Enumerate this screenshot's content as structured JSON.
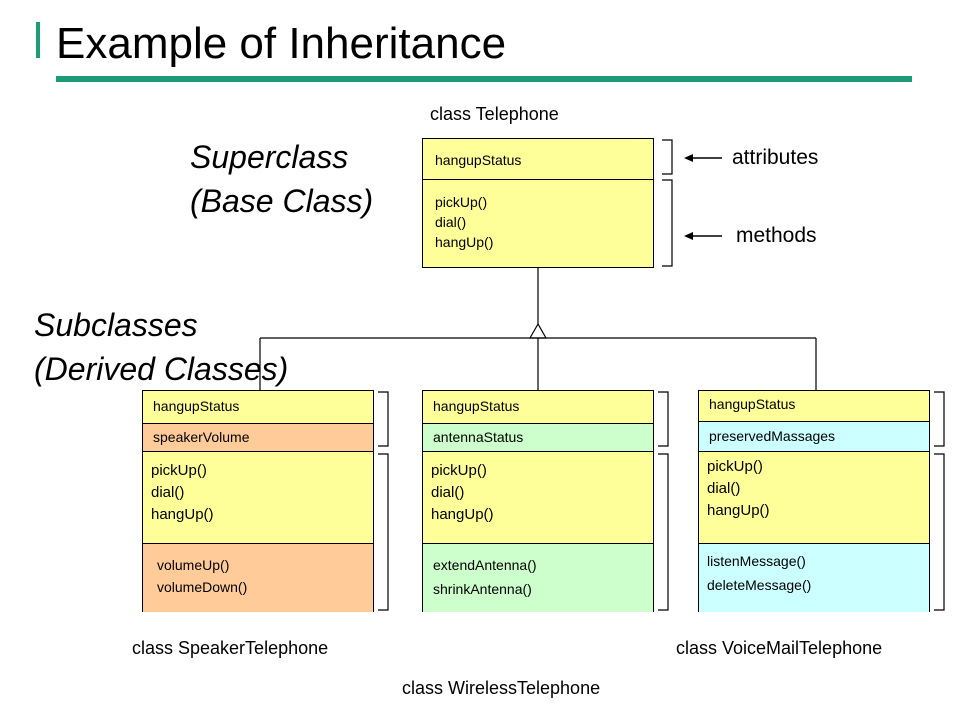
{
  "title": "Example of Inheritance",
  "superclass": {
    "line1": "Superclass",
    "line2": "(Base Class)"
  },
  "subclasses": {
    "line1": "Subclasses",
    "line2": "(Derived Classes)"
  },
  "annotations": {
    "attributes": "attributes",
    "methods": "methods"
  },
  "telephone": {
    "name": "class Telephone",
    "attributes": [
      "hangupStatus"
    ],
    "methods": [
      "pickUp()",
      "dial()",
      "hangUp()"
    ]
  },
  "speaker": {
    "name": "class SpeakerTelephone",
    "inherited_attribute": "hangupStatus",
    "new_attribute": "speakerVolume",
    "inherited_methods": [
      "pickUp()",
      "dial()",
      "hangUp()"
    ],
    "new_methods": [
      "volumeUp()",
      "volumeDown()"
    ]
  },
  "wireless": {
    "name": "class WirelessTelephone",
    "inherited_attribute": "hangupStatus",
    "new_attribute": "antennaStatus",
    "inherited_methods": [
      "pickUp()",
      "dial()",
      "hangUp()"
    ],
    "new_methods": [
      "extendAntenna()",
      "shrinkAntenna()"
    ]
  },
  "voicemail": {
    "name": "class VoiceMailTelephone",
    "inherited_attribute": "hangupStatus",
    "new_attribute": "preservedMassages",
    "inherited_methods": [
      "pickUp()",
      "dial()",
      "hangUp()"
    ],
    "new_methods": [
      "listenMessage()",
      "deleteMessage()"
    ]
  },
  "colors": {
    "accent": "#1f9a78",
    "inherited": "#ffff99",
    "speaker_new": "#ffcc99",
    "wireless_new": "#ccffcc",
    "voicemail_new": "#ccffff"
  }
}
